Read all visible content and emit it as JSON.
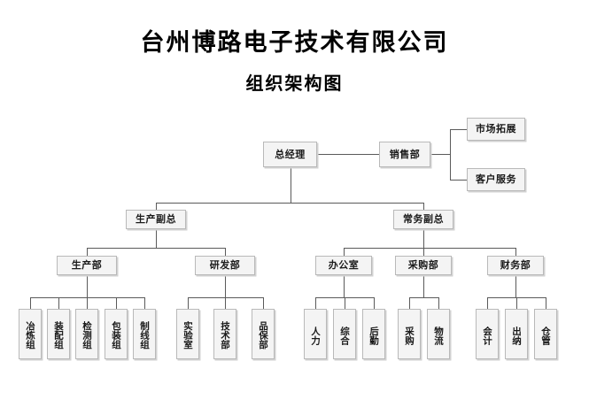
{
  "header": {
    "company_title": "台州博路电子技术有限公司",
    "chart_subtitle": "组织架构图"
  },
  "style": {
    "box_fill": "#f4f4f4",
    "box_border": "#b9b9b9",
    "box_shadow": "#d2d2d2",
    "line_color": "#5a5a5a",
    "text_color": "#1a1a1a",
    "background": "#ffffff"
  },
  "chart_data": {
    "type": "diagram",
    "title": "台州博路电子技术有限公司 组织架构图",
    "orientation": "top-down",
    "root": "总经理",
    "nodes": [
      {
        "id": "gm",
        "label": "总经理",
        "level": 0,
        "parent": null
      },
      {
        "id": "sales",
        "label": "销售部",
        "level": 1,
        "parent": "gm"
      },
      {
        "id": "market",
        "label": "市场拓展",
        "level": 2,
        "parent": "sales"
      },
      {
        "id": "service",
        "label": "客户服务",
        "level": 2,
        "parent": "sales"
      },
      {
        "id": "prod_vp",
        "label": "生产副总",
        "level": 1,
        "parent": "gm"
      },
      {
        "id": "exec_vp",
        "label": "常务副总",
        "level": 1,
        "parent": "gm"
      },
      {
        "id": "prod_dept",
        "label": "生产部",
        "level": 2,
        "parent": "prod_vp"
      },
      {
        "id": "rd_dept",
        "label": "研发部",
        "level": 2,
        "parent": "prod_vp"
      },
      {
        "id": "office",
        "label": "办公室",
        "level": 2,
        "parent": "exec_vp"
      },
      {
        "id": "purchase",
        "label": "采购部",
        "level": 2,
        "parent": "exec_vp"
      },
      {
        "id": "finance",
        "label": "财务部",
        "level": 2,
        "parent": "exec_vp"
      },
      {
        "id": "smelt",
        "label": "冶炼组",
        "level": 3,
        "parent": "prod_dept"
      },
      {
        "id": "assemble",
        "label": "装配组",
        "level": 3,
        "parent": "prod_dept"
      },
      {
        "id": "inspect",
        "label": "检测组",
        "level": 3,
        "parent": "prod_dept"
      },
      {
        "id": "package",
        "label": "包装组",
        "level": 3,
        "parent": "prod_dept"
      },
      {
        "id": "wire",
        "label": "制线组",
        "level": 3,
        "parent": "prod_dept"
      },
      {
        "id": "lab",
        "label": "实验室",
        "level": 3,
        "parent": "rd_dept"
      },
      {
        "id": "tech",
        "label": "技术部",
        "level": 3,
        "parent": "rd_dept"
      },
      {
        "id": "qa",
        "label": "品保部",
        "level": 3,
        "parent": "rd_dept"
      },
      {
        "id": "hr",
        "label": "人力",
        "level": 3,
        "parent": "office"
      },
      {
        "id": "general",
        "label": "综合",
        "level": 3,
        "parent": "office"
      },
      {
        "id": "logistics",
        "label": "后勤",
        "level": 3,
        "parent": "office"
      },
      {
        "id": "buying",
        "label": "采购",
        "level": 3,
        "parent": "purchase"
      },
      {
        "id": "shipping",
        "label": "物流",
        "level": 3,
        "parent": "purchase"
      },
      {
        "id": "accountant",
        "label": "会计",
        "level": 3,
        "parent": "finance"
      },
      {
        "id": "cashier",
        "label": "出纳",
        "level": 3,
        "parent": "finance"
      },
      {
        "id": "warehouse",
        "label": "仓管",
        "level": 3,
        "parent": "finance"
      }
    ]
  },
  "nodes": {
    "gm": "总经理",
    "sales": "销售部",
    "market": "市场拓展",
    "service": "客户服务",
    "prod_vp": "生产副总",
    "exec_vp": "常务副总",
    "prod_dept": "生产部",
    "rd_dept": "研发部",
    "office": "办公室",
    "purchase": "采购部",
    "finance": "财务部",
    "smelt": "冶炼组",
    "assemble": "装配组",
    "inspect": "检测组",
    "package": "包装组",
    "wire": "制线组",
    "lab": "实验室",
    "tech": "技术部",
    "qa": "品保部",
    "hr": "人力",
    "general": "综合",
    "logistics": "后勤",
    "buying": "采购",
    "shipping": "物流",
    "accountant": "会计",
    "cashier": "出纳",
    "warehouse": "仓管"
  }
}
